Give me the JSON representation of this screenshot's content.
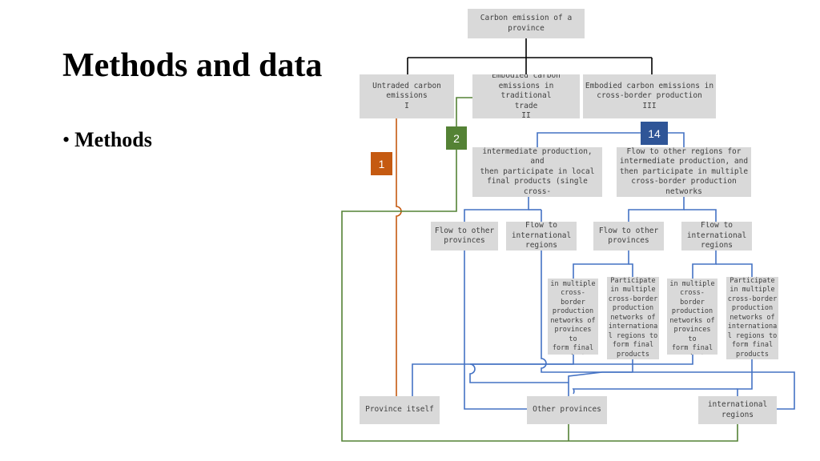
{
  "slide": {
    "title": "Methods and data",
    "bullet": "Methods"
  },
  "diagram": {
    "root": "Carbon emission of a\nprovince",
    "cat1": "Untraded carbon\nemissions\nI",
    "cat2": "Embodied carbon\nemissions in traditional\ntrade\nII",
    "cat3": "Embodied carbon emissions in\ncross-border production\nIII",
    "single": "Flow to other regions for\nintermediate production, and\nthen participate in local\nfinal products (single cross-\nborder)",
    "multi": "Flow to other regions for\nintermediate production, and\nthen participate in multiple\ncross-border production\nnetworks",
    "s_prov": "Flow to other\nprovinces",
    "s_intl": "Flow to\ninternational\nregions",
    "m_prov": "Flow to other\nprovinces",
    "m_intl": "Flow to\ninternational\nregions",
    "p1": "Participate\nin multiple\ncross-border\nproduction\nnetworks of\nprovinces to\nform final\nproducts",
    "p2": "Participate\nin multiple\ncross-border\nproduction\nnetworks of\ninternationa\nl regions to\nform final\nproducts",
    "p3": "Participate\nin multiple\ncross-border\nproduction\nnetworks of\nprovinces to\nform final\nproducts",
    "p4": "Participate\nin multiple\ncross-border\nproduction\nnetworks of\ninternationa\nl regions to\nform final\nproducts",
    "dest_self": "Province itself",
    "dest_other": "Other provinces",
    "dest_intl": "international\nregions",
    "badge1": "1",
    "badge2": "2",
    "badge3": "14"
  },
  "colors": {
    "path1": "#c55a11",
    "path2": "#548235",
    "path3": "#4472c4",
    "tree": "#000000",
    "badge3": "#2f5597",
    "box": "#d9d9d9"
  }
}
